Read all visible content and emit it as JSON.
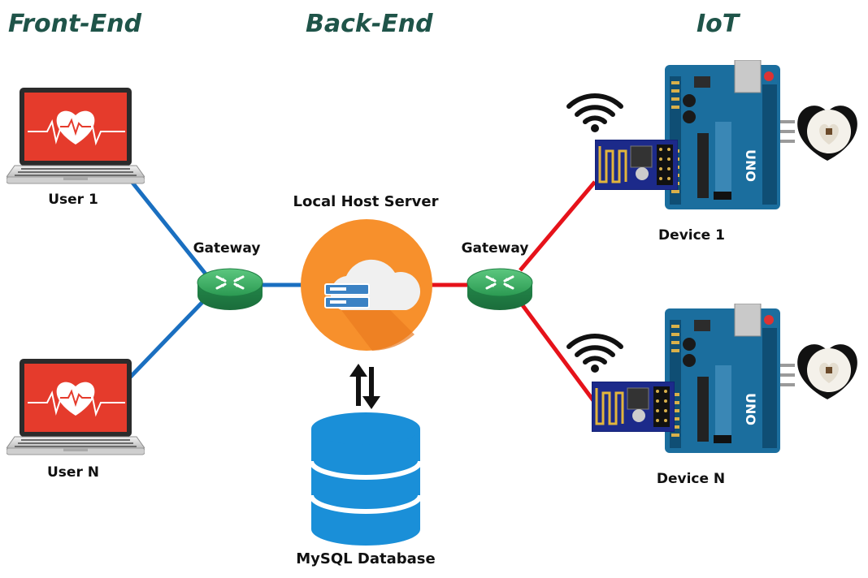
{
  "sections": {
    "front_end": "Front-End",
    "back_end": "Back-End",
    "iot": "IoT"
  },
  "users": [
    {
      "label": "User 1"
    },
    {
      "label": "User N"
    }
  ],
  "gateways": {
    "left": "Gateway",
    "right": "Gateway"
  },
  "server": {
    "label": "Local Host Server"
  },
  "database": {
    "label": "MySQL Database"
  },
  "devices": [
    {
      "label": "Device 1",
      "board_text": "UNO"
    },
    {
      "label": "Device N",
      "board_text": "UNO"
    }
  ],
  "colors": {
    "frontend_links": "#1a6fc0",
    "iot_links": "#e6121a",
    "section_title": "#1f5449",
    "server_circle": "#f7902c",
    "database": "#1a8fd8",
    "gateway": "#2fa35a",
    "screen_red": "#e53b2c",
    "board_blue": "#1b6e9e"
  }
}
